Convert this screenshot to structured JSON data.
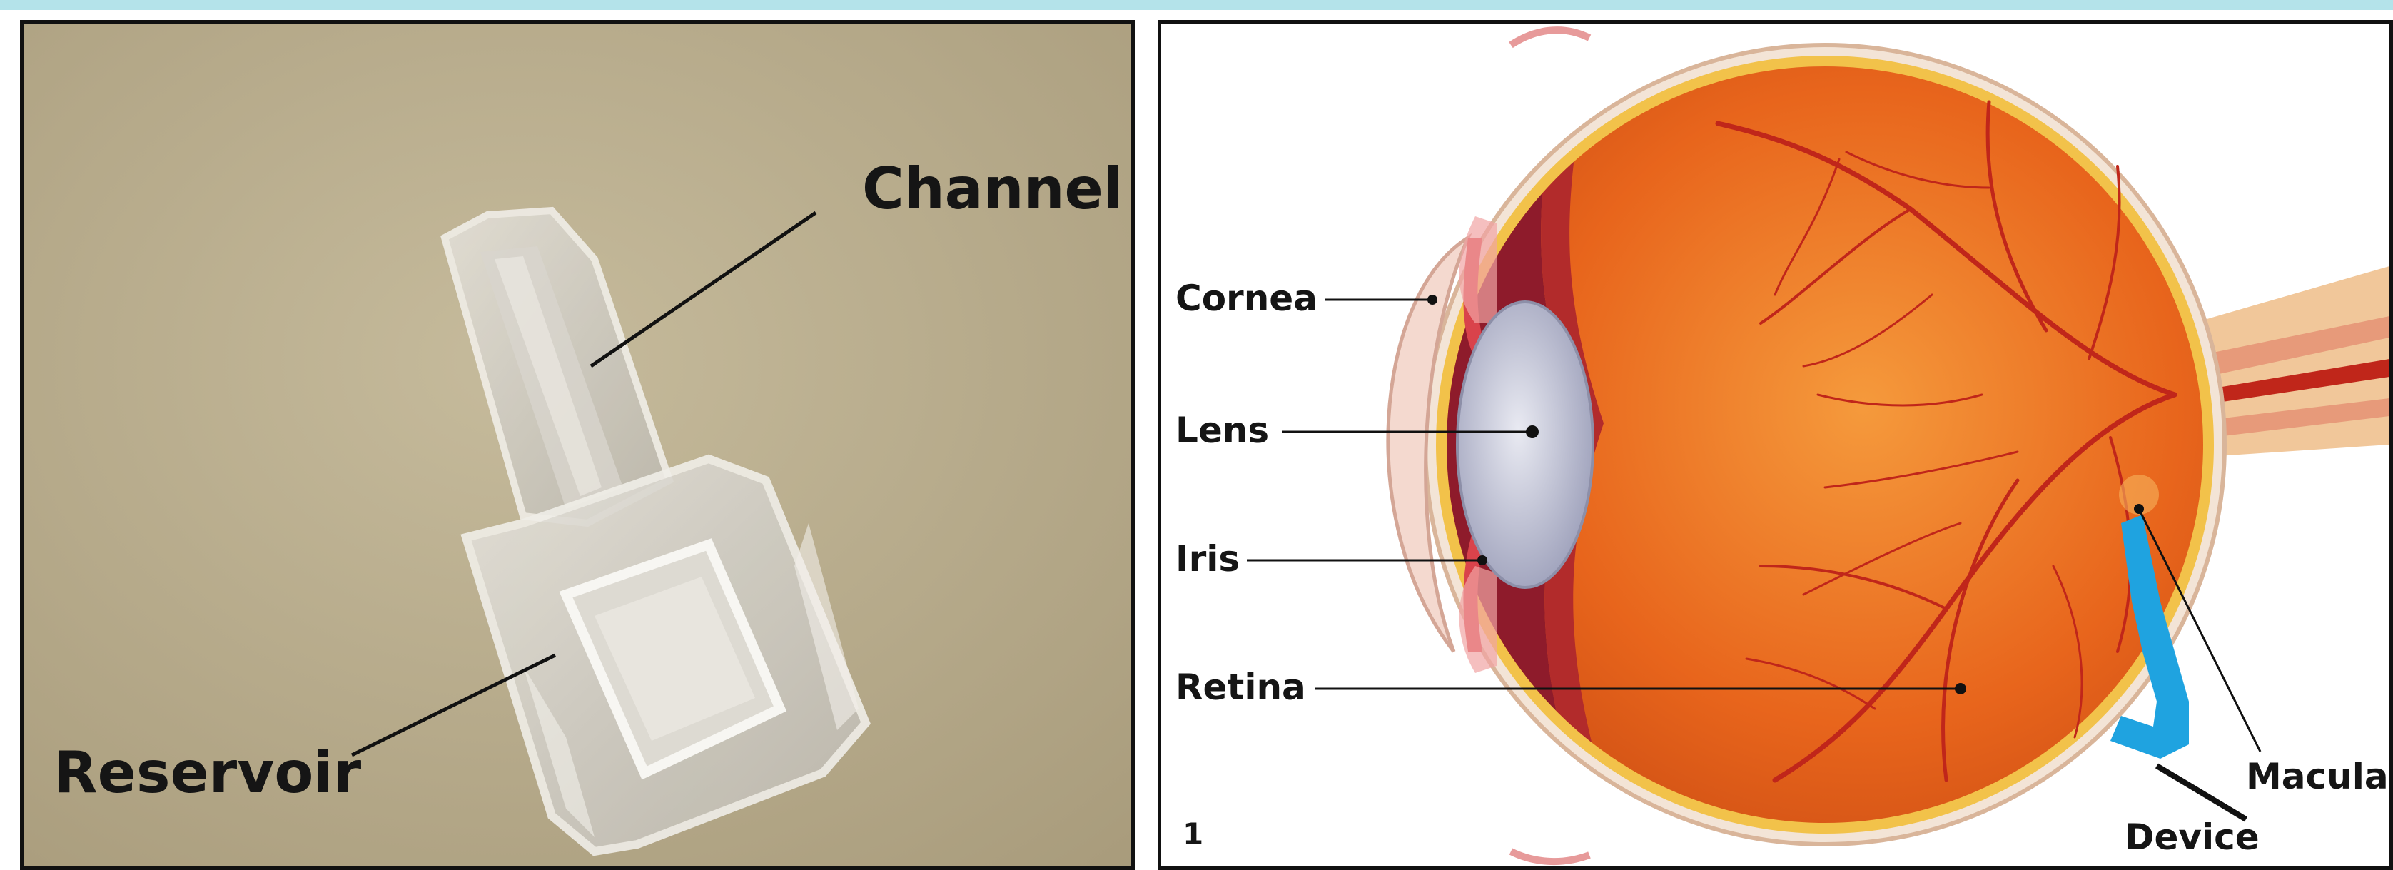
{
  "left_panel": {
    "labels": {
      "channel": "Channel",
      "reservoir": "Reservoir"
    }
  },
  "right_panel": {
    "labels": {
      "cornea": "Cornea",
      "lens": "Lens",
      "iris": "Iris",
      "retina": "Retina",
      "macula": "Macula",
      "device": "Device"
    },
    "figure_number": "1"
  },
  "colors": {
    "top_bar": "#b4e3ea",
    "photo_background": "#b7ab8c",
    "device": "#1fa3e0",
    "eye_interior": "#e8651c",
    "vessels": "#c0261a",
    "lens": "#b9bcd0",
    "frame": "#111111"
  }
}
